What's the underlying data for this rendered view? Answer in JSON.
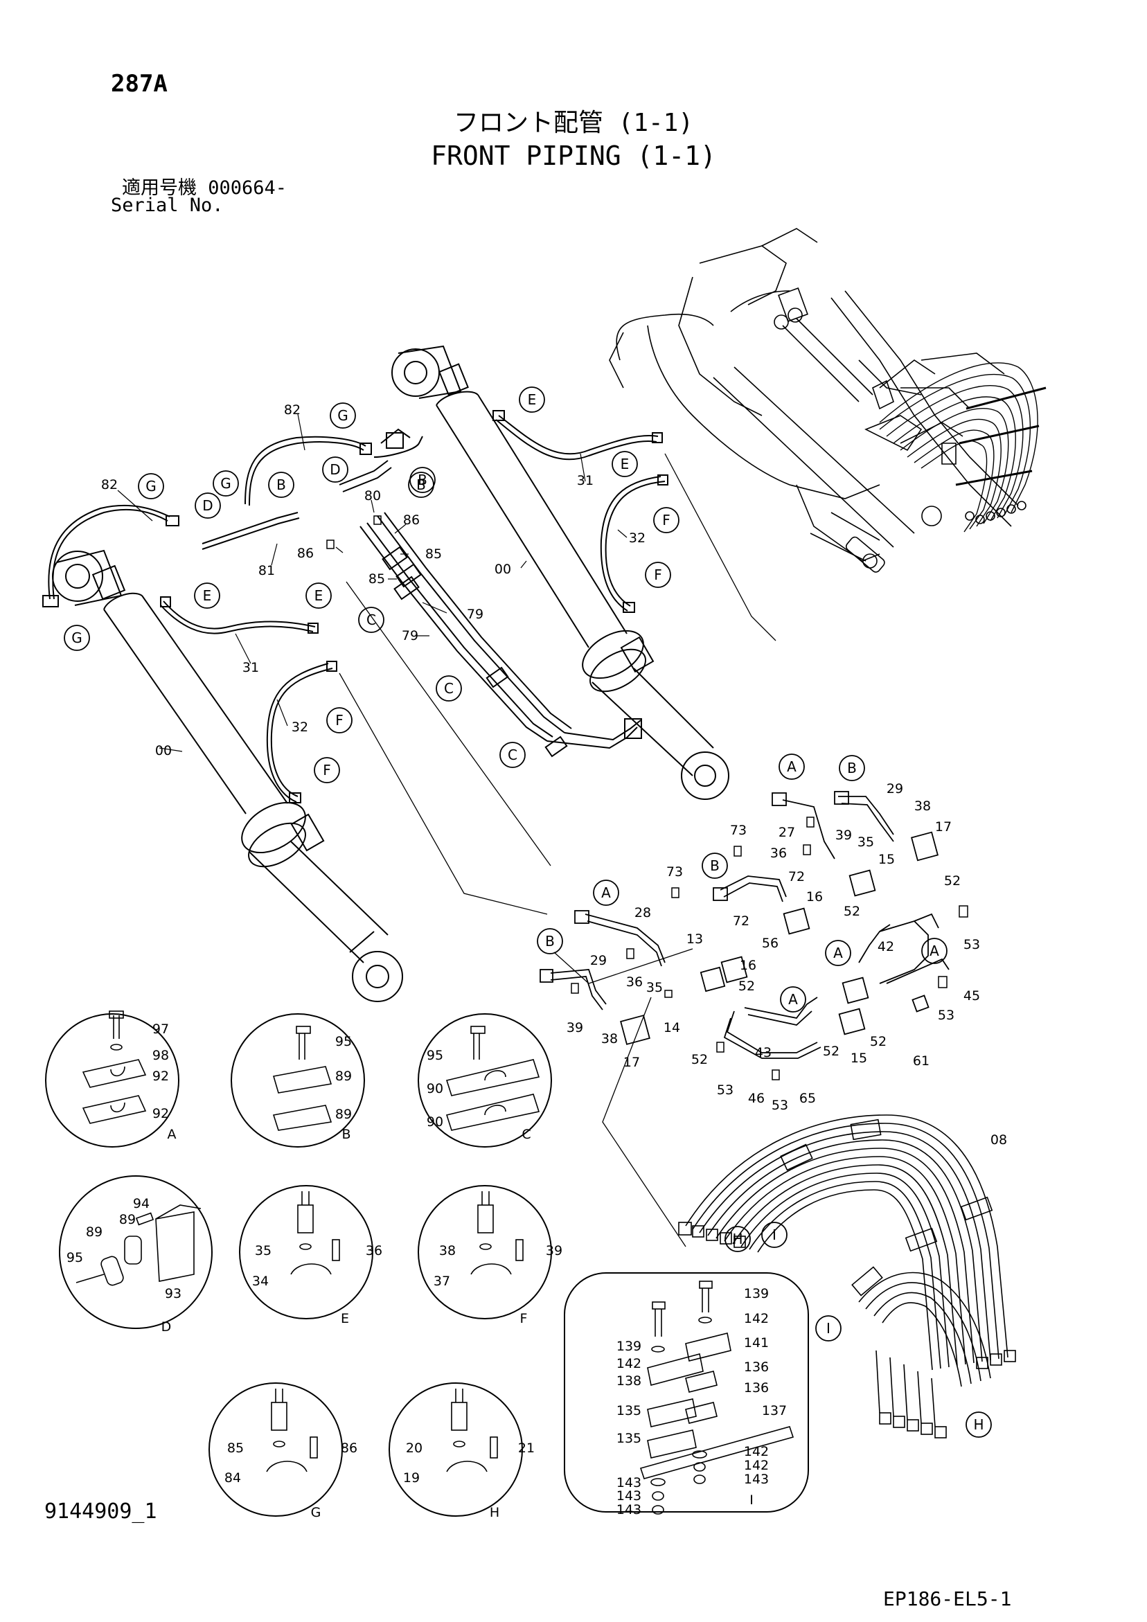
{
  "header": {
    "page_number": "287A",
    "title_jp": "フロント配管 (1-1)",
    "title_en": "FRONT PIPING (1-1)",
    "serial_label_jp": "適用号機 000664-",
    "serial_label_en": "Serial No."
  },
  "footer": {
    "document_id": "9144909_1",
    "figure_id": "EP186-EL5-1"
  },
  "callouts": [
    {
      "id": "c-82a",
      "text": "82"
    },
    {
      "id": "c-82b",
      "text": "82"
    },
    {
      "id": "c-81",
      "text": "81"
    },
    {
      "id": "c-80",
      "text": "80"
    },
    {
      "id": "c-86a",
      "text": "86"
    },
    {
      "id": "c-86b",
      "text": "86"
    },
    {
      "id": "c-85a",
      "text": "85"
    },
    {
      "id": "c-85b",
      "text": "85"
    },
    {
      "id": "c-79a",
      "text": "79"
    },
    {
      "id": "c-79b",
      "text": "79"
    },
    {
      "id": "c-31a",
      "text": "31"
    },
    {
      "id": "c-31b",
      "text": "31"
    },
    {
      "id": "c-32a",
      "text": "32"
    },
    {
      "id": "c-32b",
      "text": "32"
    },
    {
      "id": "c-00a",
      "text": "00"
    },
    {
      "id": "c-00b",
      "text": "00"
    },
    {
      "id": "c-73a",
      "text": "73"
    },
    {
      "id": "c-73b",
      "text": "73"
    },
    {
      "id": "c-29a",
      "text": "29"
    },
    {
      "id": "c-29b",
      "text": "29"
    },
    {
      "id": "c-38a",
      "text": "38"
    },
    {
      "id": "c-38b",
      "text": "38"
    },
    {
      "id": "c-17a",
      "text": "17"
    },
    {
      "id": "c-17b",
      "text": "17"
    },
    {
      "id": "c-27",
      "text": "27"
    },
    {
      "id": "c-39a",
      "text": "39"
    },
    {
      "id": "c-39b",
      "text": "39"
    },
    {
      "id": "c-35a",
      "text": "35"
    },
    {
      "id": "c-35b",
      "text": "35"
    },
    {
      "id": "c-36a",
      "text": "36"
    },
    {
      "id": "c-36b",
      "text": "36"
    },
    {
      "id": "c-72a",
      "text": "72"
    },
    {
      "id": "c-72b",
      "text": "72"
    },
    {
      "id": "c-15a",
      "text": "15"
    },
    {
      "id": "c-15b",
      "text": "15"
    },
    {
      "id": "c-16a",
      "text": "16"
    },
    {
      "id": "c-16b",
      "text": "16"
    },
    {
      "id": "c-52a",
      "text": "52"
    },
    {
      "id": "c-52b",
      "text": "52"
    },
    {
      "id": "c-52c",
      "text": "52"
    },
    {
      "id": "c-52d",
      "text": "52"
    },
    {
      "id": "c-52e",
      "text": "52"
    },
    {
      "id": "c-52f",
      "text": "52"
    },
    {
      "id": "c-42",
      "text": "42"
    },
    {
      "id": "c-53a",
      "text": "53"
    },
    {
      "id": "c-53b",
      "text": "53"
    },
    {
      "id": "c-53c",
      "text": "53"
    },
    {
      "id": "c-53d",
      "text": "53"
    },
    {
      "id": "c-56",
      "text": "56"
    },
    {
      "id": "c-28",
      "text": "28"
    },
    {
      "id": "c-13",
      "text": "13"
    },
    {
      "id": "c-14",
      "text": "14"
    },
    {
      "id": "c-43",
      "text": "43"
    },
    {
      "id": "c-45",
      "text": "45"
    },
    {
      "id": "c-46",
      "text": "46"
    },
    {
      "id": "c-65",
      "text": "65"
    },
    {
      "id": "c-61",
      "text": "61"
    },
    {
      "id": "c-08",
      "text": "08"
    }
  ],
  "reference_letters": [
    "A",
    "B",
    "C",
    "D",
    "E",
    "F",
    "G",
    "H",
    "I"
  ],
  "detail_views": [
    {
      "key": "A",
      "label": "A",
      "parts": [
        "97",
        "98",
        "92",
        "92"
      ]
    },
    {
      "key": "B",
      "label": "B",
      "parts": [
        "95",
        "89",
        "89"
      ]
    },
    {
      "key": "C",
      "label": "C",
      "parts": [
        "95",
        "90",
        "90"
      ]
    },
    {
      "key": "D",
      "label": "D",
      "parts": [
        "94",
        "89",
        "89",
        "95",
        "93"
      ]
    },
    {
      "key": "E",
      "label": "E",
      "parts": [
        "35",
        "36",
        "34"
      ]
    },
    {
      "key": "F",
      "label": "F",
      "parts": [
        "38",
        "39",
        "37"
      ]
    },
    {
      "key": "G",
      "label": "G",
      "parts": [
        "85",
        "86",
        "84"
      ]
    },
    {
      "key": "H",
      "label": "H",
      "parts": [
        "20",
        "21",
        "19"
      ]
    },
    {
      "key": "I",
      "label": "I",
      "parts": [
        "139",
        "139",
        "142",
        "142",
        "141",
        "138",
        "136",
        "135",
        "136",
        "137",
        "135",
        "142",
        "143",
        "142",
        "143",
        "143",
        "143"
      ]
    }
  ],
  "colors": {
    "line": "#000000",
    "background": "#ffffff"
  }
}
